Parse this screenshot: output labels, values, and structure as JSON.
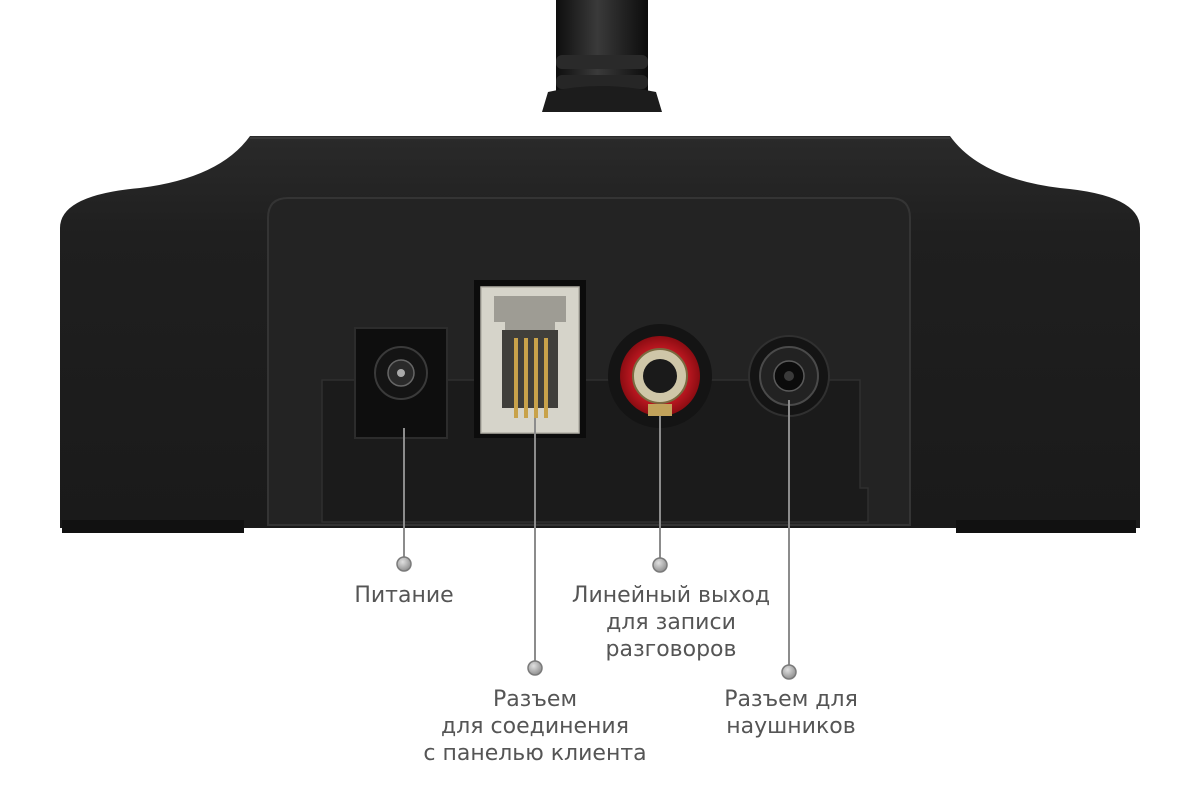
{
  "colors": {
    "body": "#1e1e1e",
    "panel": "#262626",
    "rca_red": "#b5121b",
    "rj_plastic": "#d4d2c8",
    "leader": "#8c8c8c",
    "label_text": "#555555"
  },
  "callouts": [
    {
      "id": "power",
      "icon": "dc-power-jack-icon",
      "lines": [
        "Питание"
      ]
    },
    {
      "id": "rj",
      "icon": "rj-connector-icon",
      "lines": [
        "Разъем",
        "для соединения",
        "с панелью клиента"
      ]
    },
    {
      "id": "line_out",
      "icon": "rca-jack-icon",
      "lines": [
        "Линейный выход",
        "для записи",
        "разговоров"
      ]
    },
    {
      "id": "headphones",
      "icon": "headphone-jack-icon",
      "lines": [
        "Разъем для",
        "наушников"
      ]
    }
  ]
}
